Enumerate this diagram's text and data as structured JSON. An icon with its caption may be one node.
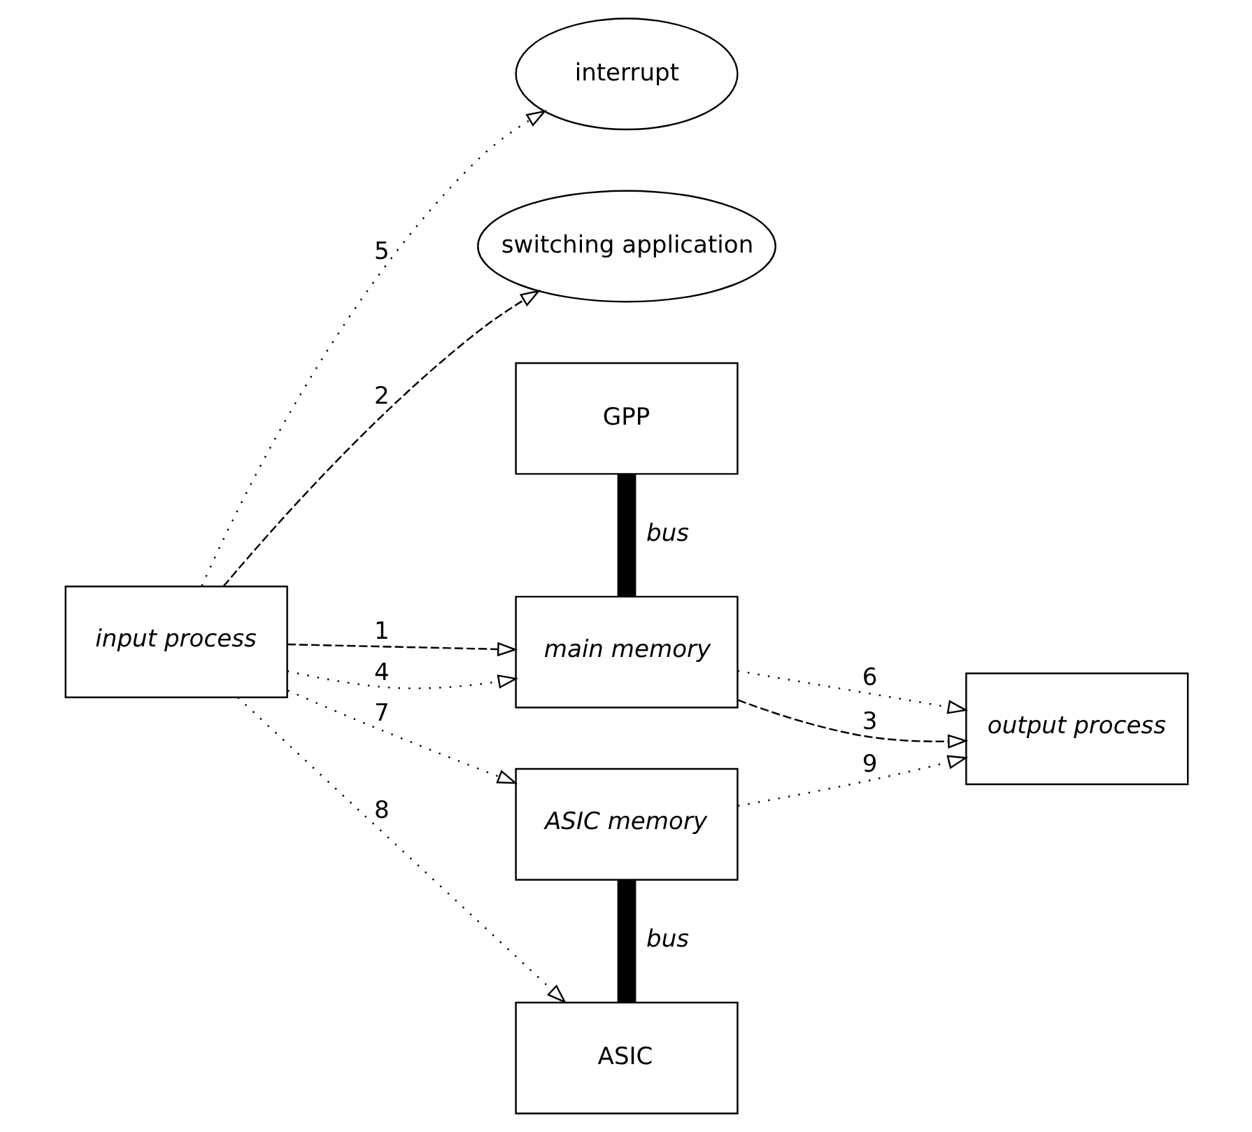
{
  "diagram": {
    "nodes": [
      {
        "text": [
          "interrupt"
        ]
      },
      {
        "text": [
          "switching application"
        ]
      },
      {
        "text": [
          "GPP"
        ]
      },
      {
        "text": [
          "main memory"
        ]
      },
      {
        "text": [
          "input process"
        ]
      },
      {
        "text": [
          "output process"
        ]
      },
      {
        "text": [
          "ASIC memory"
        ]
      },
      {
        "text": [
          "ASIC"
        ]
      }
    ],
    "edges": [
      {
        "from": 4,
        "to": 3,
        "arrow": "to",
        "label": "1",
        "style": "dashed"
      },
      {
        "from": 4,
        "to": 1,
        "arrow": "to",
        "label": "2",
        "style": "dashed"
      },
      {
        "from": 3,
        "to": 5,
        "arrow": "to",
        "label": "3",
        "style": "dashed"
      },
      {
        "from": 4,
        "to": 3,
        "arrow": "to",
        "label": "4",
        "style": "dashed"
      },
      {
        "from": 4,
        "to": 0,
        "arrow": "to",
        "label": "5",
        "style": "dashed"
      },
      {
        "from": 3,
        "to": 5,
        "arrow": "to",
        "label": "6",
        "style": "dashed"
      },
      {
        "from": 4,
        "to": 6,
        "arrow": "to",
        "label": "7",
        "style": "dashed"
      },
      {
        "from": 4,
        "to": 7,
        "arrow": "to",
        "label": "8",
        "style": "dashed"
      },
      {
        "from": 6,
        "to": 5,
        "arrow": "to",
        "label": "9",
        "style": "dashed"
      },
      {
        "from": 2,
        "to": 3,
        "arrow": "none",
        "label": "bus",
        "style": "thick"
      },
      {
        "from": 6,
        "to": 7,
        "arrow": "none",
        "label": "bus",
        "style": "thick"
      }
    ]
  }
}
